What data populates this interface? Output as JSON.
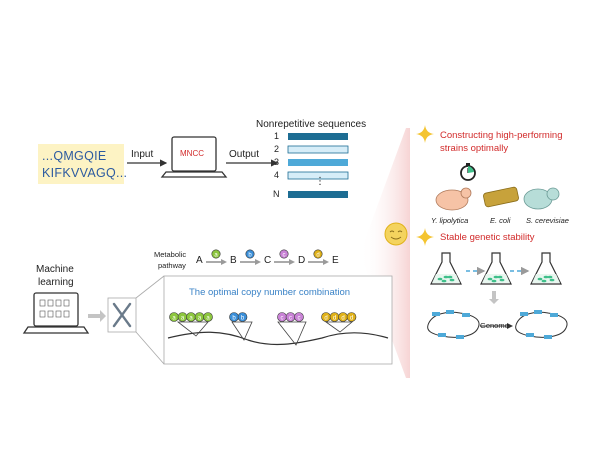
{
  "input_sequence": {
    "line1": "...QMGQIE",
    "line2": "KIFKVVAGQ..."
  },
  "labels": {
    "input": "Input",
    "output": "Output",
    "mncc": "MNCC",
    "nonrepetitive": "Nonrepetitive sequences",
    "machine_learning_1": "Machine",
    "machine_learning_2": "learning",
    "metabolic_1": "Metabolic",
    "metabolic_2": "pathway",
    "optimal_combination": "The optimal copy number combination",
    "genome": "Genome"
  },
  "sequence_list": {
    "items": [
      "1",
      "2",
      "3",
      "4",
      "N"
    ],
    "ellipsis": "⋮"
  },
  "pathway": {
    "nodes": [
      "A",
      "B",
      "C",
      "D",
      "E"
    ],
    "enzymes": [
      "a",
      "b",
      "c",
      "d"
    ],
    "enzyme_colors": [
      "#8dc63f",
      "#3b8fd9",
      "#c983d6",
      "#e0b21a"
    ]
  },
  "copy_groups": [
    {
      "letters": [
        "a",
        "a",
        "a",
        "a",
        "a"
      ],
      "color": "#8dc63f"
    },
    {
      "letters": [
        "b",
        "b"
      ],
      "color": "#3b8fd9"
    },
    {
      "letters": [
        "c",
        "c",
        "c"
      ],
      "color": "#c983d6"
    },
    {
      "letters": [
        "d",
        "d",
        "d",
        "d"
      ],
      "color": "#e0b21a"
    }
  ],
  "right_panel": {
    "heading1_line1": "Constructing high-performing",
    "heading1_line2": "strains optimally",
    "organisms": [
      "Y. lipolytica",
      "E. coli",
      "S. cerevisiae"
    ],
    "heading2": "Stable genetic stability"
  },
  "colors": {
    "seq_text": "#2c5aa0",
    "input_bg": "#fdf3c4",
    "bar_dark": "#1d6d93",
    "bar_light": "#d6edf8",
    "bar_mid": "#4ea9d8",
    "accent_red": "#d22b2b",
    "panel_pink": "#fbe6e6",
    "culture_green": "#3fbf8a"
  }
}
